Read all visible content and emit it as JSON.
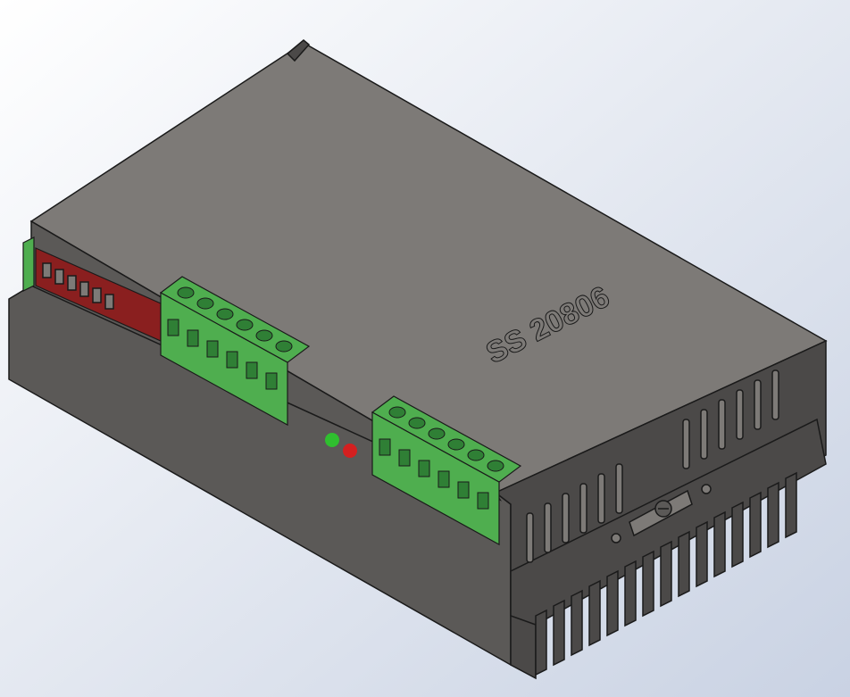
{
  "window": {
    "title": ""
  },
  "product": {
    "model_text": "SS 20806",
    "subtitle_text": "",
    "terminal_blocks": [
      {
        "name": "signal-terminal-block",
        "screw_count": 6
      },
      {
        "name": "power-terminal-block",
        "screw_count": 6
      }
    ],
    "dip_switch_count": 6,
    "status_leds": [
      {
        "name": "power-led",
        "color": "#2fbf2f"
      },
      {
        "name": "alarm-led",
        "color": "#d42020"
      }
    ]
  },
  "colors": {
    "background_top": "#ffffff",
    "background_bottom": "#c9d2e3",
    "housing_top": "#7d7a77",
    "housing_front": "#5b5957",
    "housing_side": "#4b4948",
    "connector_green": "#4fae4f",
    "connector_green_dark": "#2f7f35",
    "dip_red": "#8a1f1f",
    "edge": "#1a1a1a"
  }
}
